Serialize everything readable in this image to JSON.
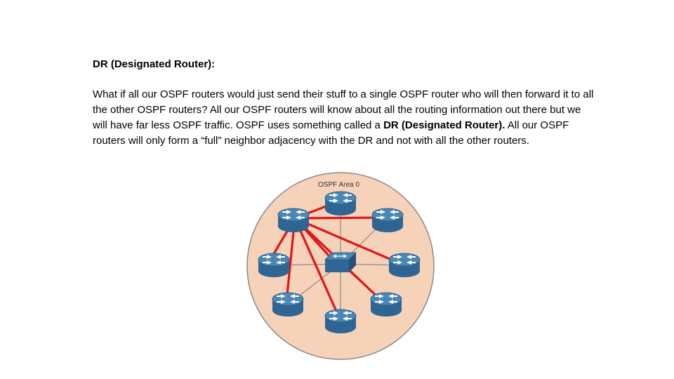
{
  "slide": {
    "heading": "DR (Designated Router):",
    "body": {
      "part1": "What if all our OSPF routers would just send their stuff to a single OSPF router who will then forward it to all the other OSPF routers? All our OSPF routers will know about all the routing information out there but we will have far less OSPF traffic. OSPF uses something called a ",
      "bold1": "DR (Designated Router).",
      "part2": " All our OSPF routers will only form a “full” neighbor adjacency with the DR and not with all the other routers."
    }
  },
  "diagram": {
    "area_label": "OSPF Area 0",
    "colors": {
      "area_fill": "#f6d2b8",
      "area_stroke": "#8a8a8a",
      "adjacency_line": "#e0151b",
      "lan_line": "#8a8a8a",
      "router_fill": "#4a87b5",
      "router_dark": "#2f6592"
    },
    "devices": {
      "dr": "router-icon",
      "switch": "switch-icon",
      "routers": [
        "router-icon",
        "router-icon",
        "router-icon",
        "router-icon",
        "router-icon",
        "router-icon",
        "router-icon"
      ]
    }
  }
}
